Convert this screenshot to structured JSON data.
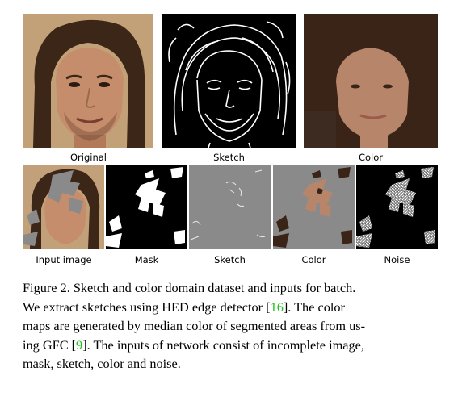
{
  "figure": {
    "top_row": {
      "original_label": "Original",
      "sketch_label": "Sketch",
      "color_label": "Color"
    },
    "bottom_row": {
      "input_label": "Input image",
      "mask_label": "Mask",
      "sketch_label": "Sketch",
      "color_label": "Color",
      "noise_label": "Noise"
    }
  },
  "caption": {
    "line1": "Figure 2. Sketch and color domain dataset and inputs for batch.",
    "line2_a": "We extract sketches using HED edge detector [",
    "line2_cite": "16",
    "line2_b": "].  The color",
    "line3": "maps are generated by median color of segmented areas from us-",
    "line4_a": "ing GFC [",
    "line4_cite": "9",
    "line4_b": "]. The inputs of network consist of incomplete image,",
    "line5": "mask, sketch, color and noise."
  },
  "colors": {
    "cite": "#19c519",
    "skin_color_map": "#b7856a",
    "hair_color_map": "#3a2418",
    "mask_gray": "#8a8a8a"
  }
}
